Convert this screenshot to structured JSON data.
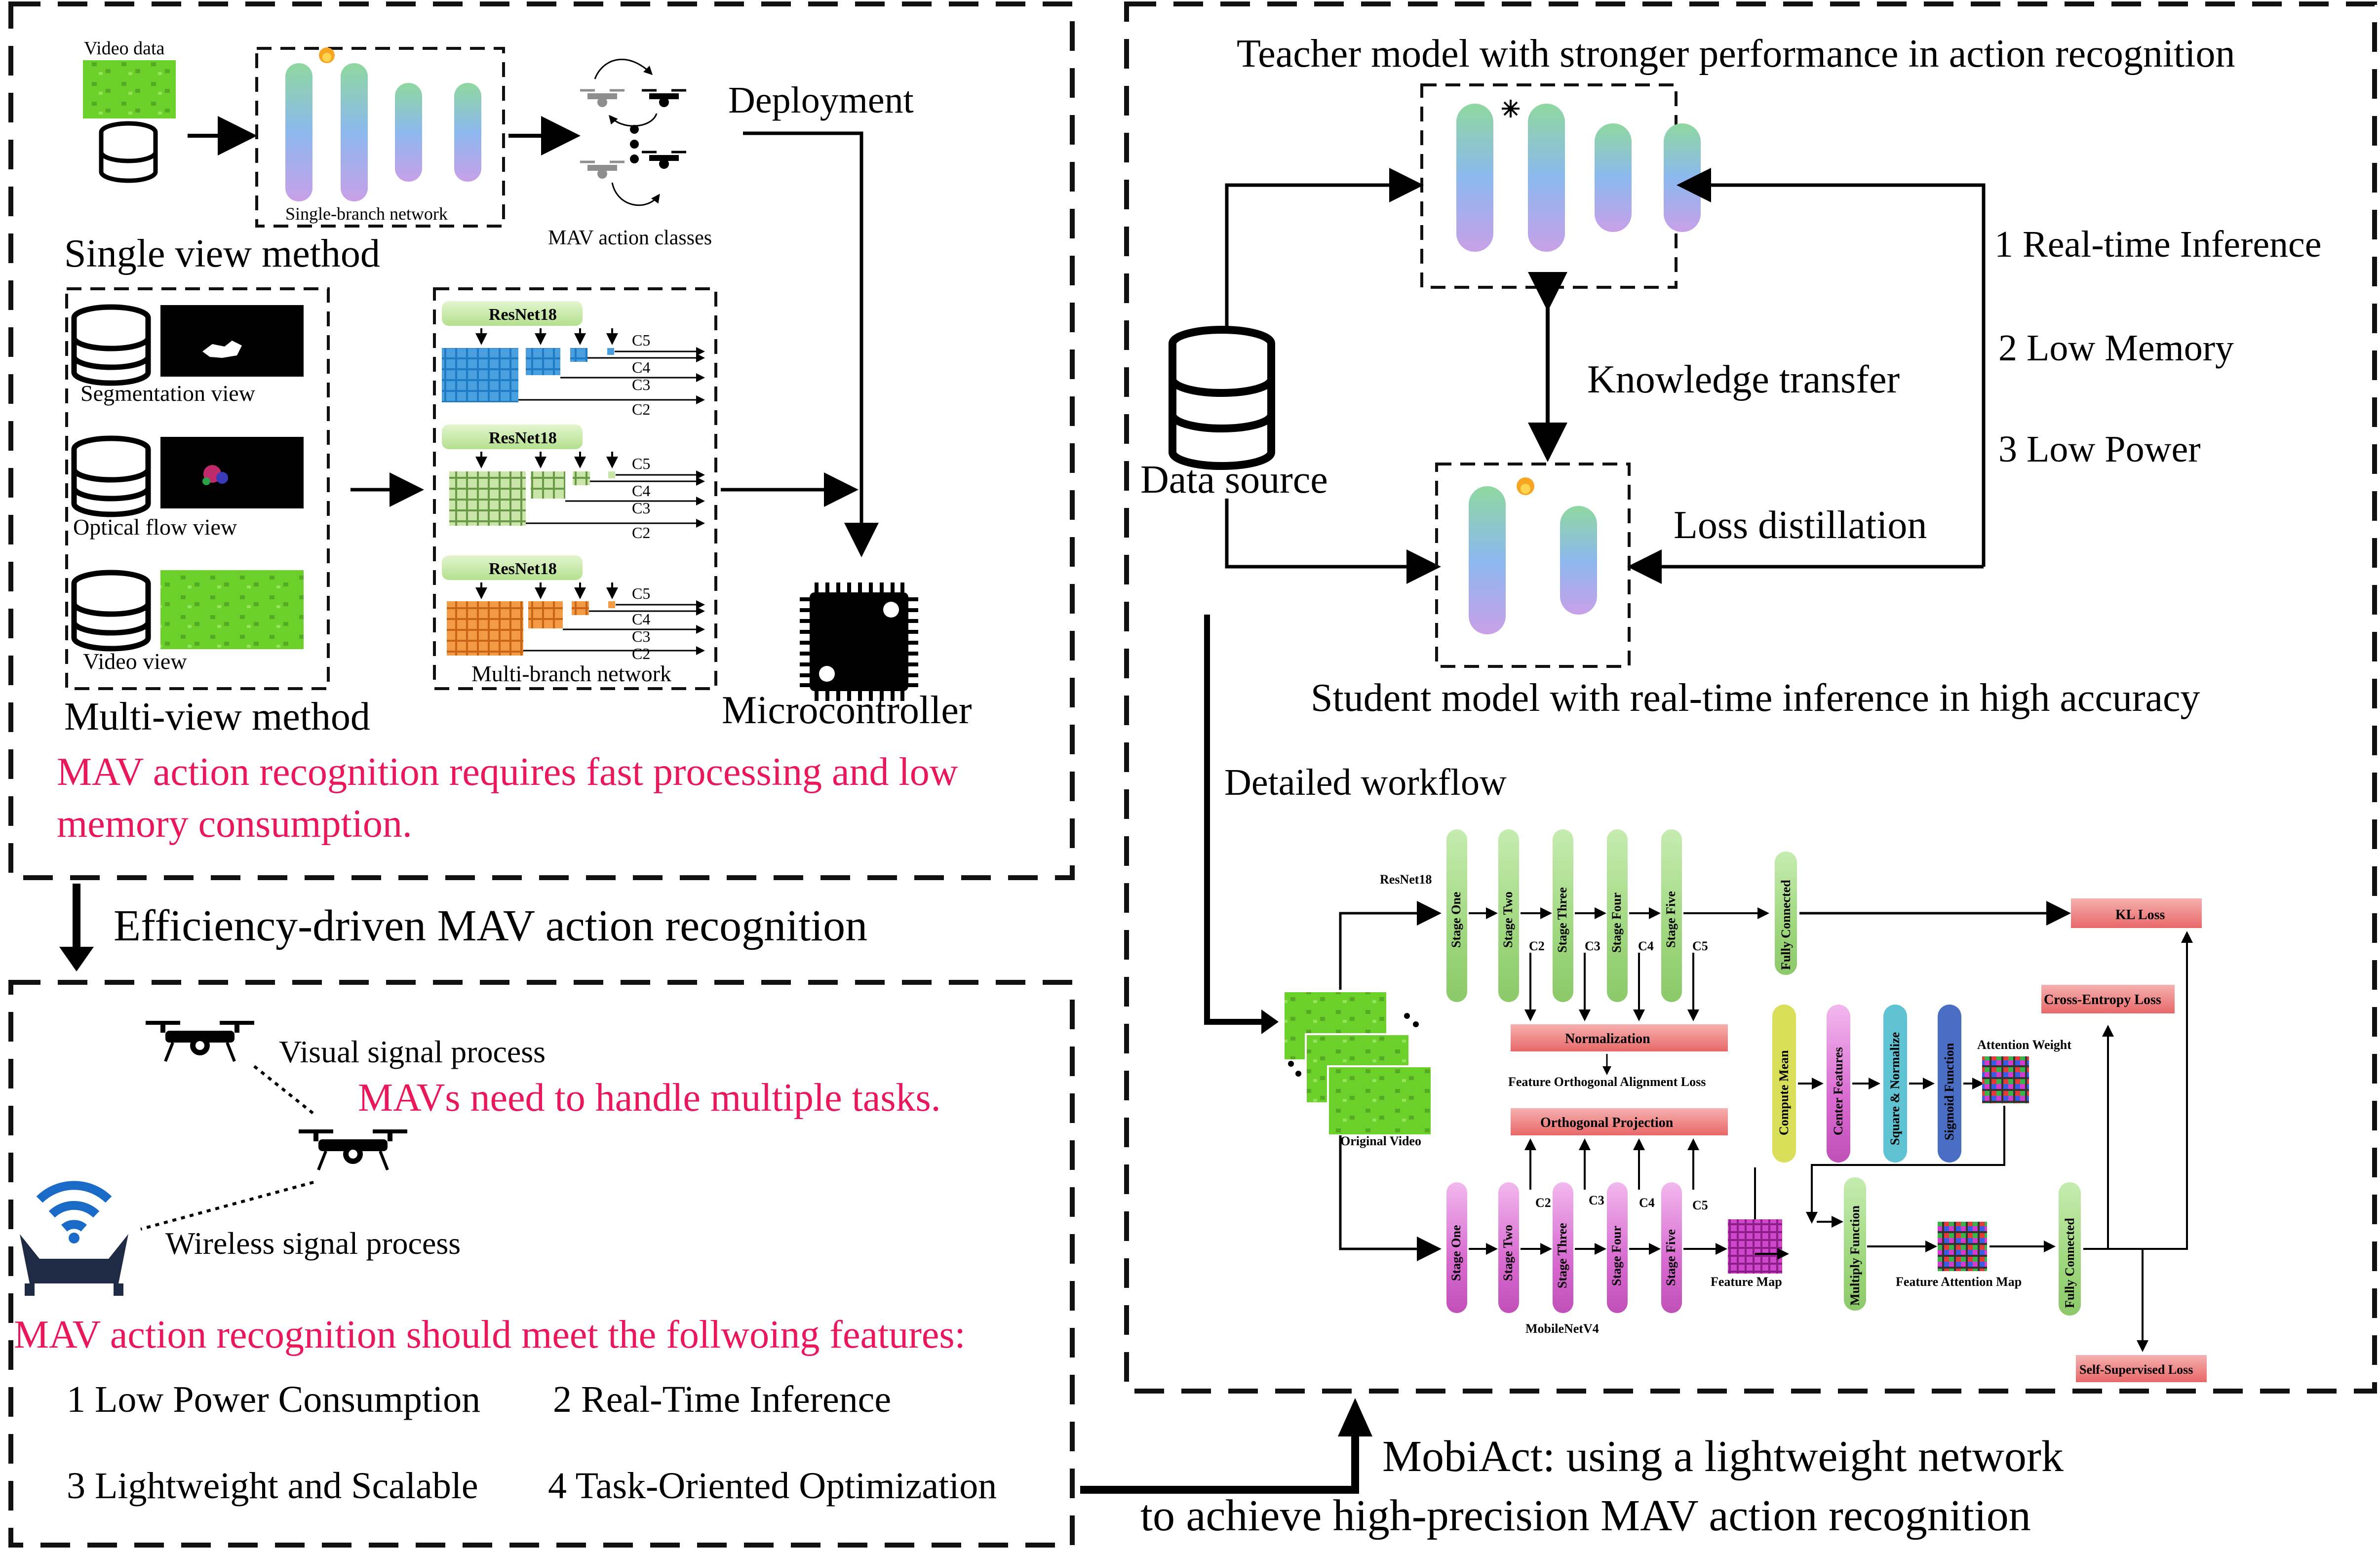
{
  "colors": {
    "accent_text": "#e8185a",
    "dash": "#111111",
    "green_pill": "#a9d88a",
    "magenta_pill": "#d86ad0",
    "norm_bar": "#f08a8a",
    "teal_stripe": "#5fc3d4",
    "gradient_top": "#8fd8a0",
    "gradient_mid": "#8cb8ee",
    "gradient_bottom": "#c8a0e8",
    "video_green": "#6bd12a"
  },
  "icons": {
    "database": "database-icon",
    "drone": "drone-icon",
    "router": "wifi-router-icon",
    "chip": "microcontroller-chip-icon",
    "fire": "fire-icon",
    "snowflake": "snowflake-icon"
  },
  "top_left": {
    "video_data": "Video data",
    "single_branch_network": "Single-branch network",
    "mav_action_classes": "MAV action classes",
    "deployment": "Deployment",
    "single_view_method": "Single view method",
    "segmentation_view": "Segmentation view",
    "optical_flow_view": "Optical flow view",
    "video_view": "Video view",
    "resnet18": "ResNet18",
    "c5": "C5",
    "c4": "C4",
    "c3": "C3",
    "c2": "C2",
    "multi_branch_network": "Multi-branch network",
    "multi_view_method": "Multi-view method",
    "microcontroller": "Microcontroller",
    "requirement_line1": "MAV action recognition requires fast processing and low",
    "requirement_line2": "memory consumption."
  },
  "middle_left": {
    "efficiency_title": "Efficiency-driven MAV action recognition"
  },
  "bottom_left": {
    "visual_signal": "Visual signal process",
    "multiple_tasks": "MAVs need to handle multiple tasks.",
    "wireless_signal": "Wireless signal process",
    "features_title": "MAV action recognition should meet the follwoing features:",
    "feature1": "1 Low Power Consumption",
    "feature2": "2 Real-Time Inference",
    "feature3": "3 Lightweight and Scalable",
    "feature4": "4 Task-Oriented Optimization"
  },
  "right": {
    "teacher_title": "Teacher model with stronger performance in action recognition",
    "req1": "1 Real-time Inference",
    "req2": "2 Low Memory",
    "req3": "3 Low Power",
    "knowledge_transfer": "Knowledge transfer",
    "data_source": "Data source",
    "loss_distillation": "Loss distillation",
    "student_title": "Student model with real-time inference in high accuracy",
    "detailed_workflow": "Detailed workflow"
  },
  "workflow": {
    "resnet18": "ResNet18",
    "stages": [
      "Stage One",
      "Stage Two",
      "Stage Three",
      "Stage Four",
      "Stage Five"
    ],
    "c_labels": [
      "C2",
      "C3",
      "C4",
      "C5"
    ],
    "fully_connected": "Fully Connected",
    "kl_loss": "KL Loss",
    "cross_entropy_loss": "Cross-Entropy Loss",
    "normalization": "Normalization",
    "feature_orthogonal_alignment_loss": "Feature Orthogonal Alignment Loss",
    "orthogonal_projection": "Orthogonal Projection",
    "compute_mean": "Compute Mean",
    "center_features": "Center Features",
    "square_normalize": "Square & Normalize",
    "sigmoid_function": "Sigmoid Function",
    "attention_weight": "Attention Weight",
    "original_video": "Original Video",
    "feature_map": "Feature Map",
    "multiply_function": "Multiply Function",
    "feature_attention_map": "Feature Attention Map",
    "mobilenetv4": "MobileNetV4",
    "self_supervised_loss": "Self-Supervised Loss"
  },
  "bottom_right": {
    "mobiact_line1": "MobiAct: using a lightweight network",
    "mobiact_line2": "to achieve high-precision MAV action recognition"
  }
}
